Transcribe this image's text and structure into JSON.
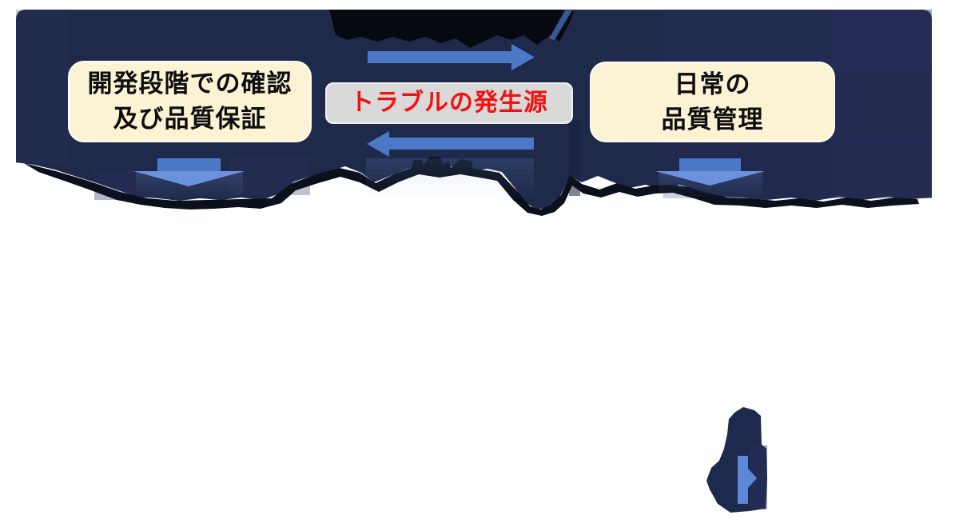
{
  "boxes": {
    "left": {
      "lines": [
        "開発段階での確認",
        "及び品質保証"
      ]
    },
    "center": {
      "label": "トラブルの発生源"
    },
    "right": {
      "lines": [
        "日常の",
        "品質管理"
      ]
    }
  },
  "icons": [
    {
      "name": "arrow-right-icon",
      "meaning": "flow from development stage toward daily management"
    },
    {
      "name": "arrow-left-icon",
      "meaning": "flow back from daily management"
    },
    {
      "name": "arrow-down-left-icon",
      "meaning": "output below development-stage box"
    },
    {
      "name": "arrow-down-right-icon",
      "meaning": "output below daily-management box"
    },
    {
      "name": "fragment-arrow-right-icon",
      "meaning": "small arrow in leftover bottom-right shape"
    }
  ],
  "colors": {
    "page_background": "#ffffff",
    "panel_navy": "#1f2a4b",
    "panel_purple_band": "#2b2d5c",
    "remnant_black": "#06090f",
    "ragged_ridge": "#0b101d",
    "box_cream": "#fcf3d5",
    "box_gray": "#d9d9d9",
    "text_black": "#0e0e0e",
    "text_red": "#f01212",
    "arrow_blue": "#4b79c8",
    "arrow_blue_light": "#6b93dd",
    "fragment_navy": "#1d2a4e",
    "fragment_arrow_blue": "#5d88d8"
  }
}
